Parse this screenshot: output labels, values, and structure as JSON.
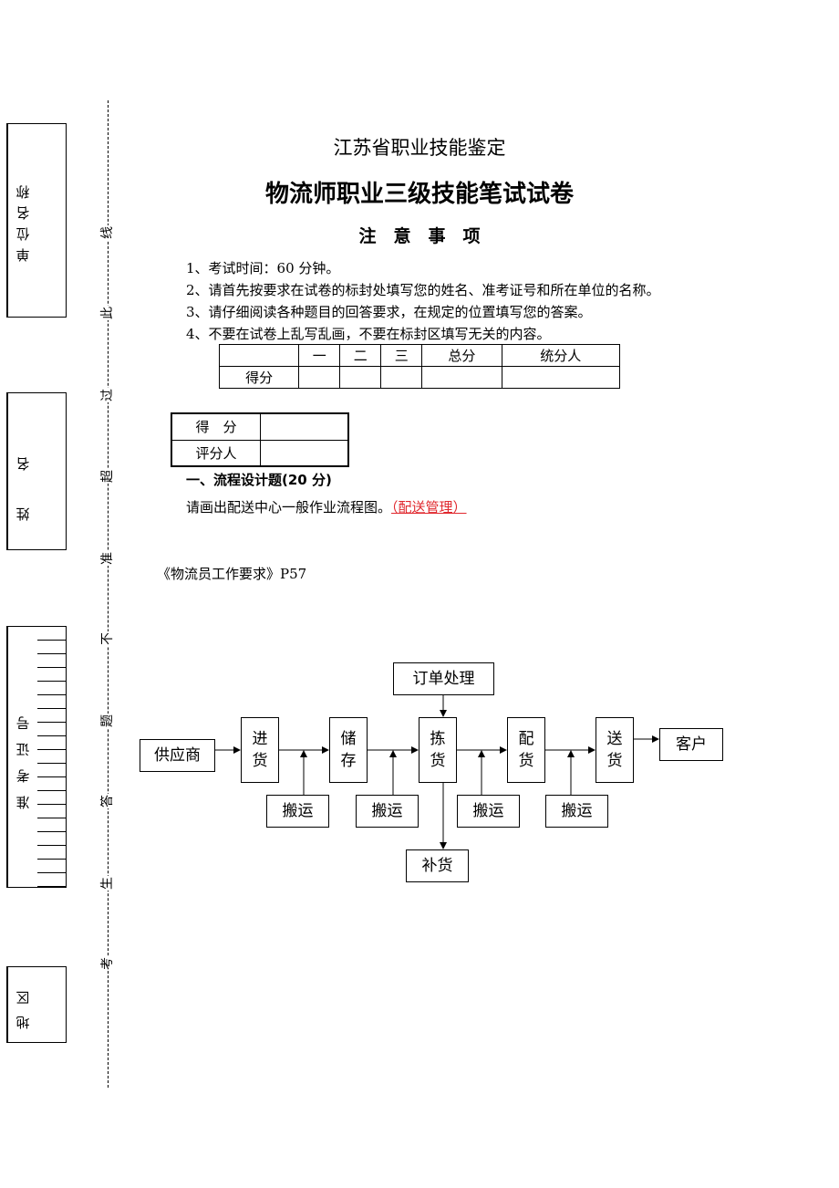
{
  "binding": {
    "unit_label": "单位名称",
    "name_label": "姓名",
    "exam_id_label": "准考证号",
    "region_label": "地区",
    "seal_chars": [
      "线",
      "此",
      "过",
      "超",
      "准",
      "不",
      "题",
      "答",
      "生",
      "考"
    ]
  },
  "header": {
    "org": "江苏省职业技能鉴定",
    "title": "物流师职业三级技能笔试试卷",
    "notice_heading": "注　意　事　项"
  },
  "notices": [
    "1、考试时间：60 分钟。",
    "2、请首先按要求在试卷的标封处填写您的姓名、准考证号和所在单位的名称。",
    "3、请仔细阅读各种题目的回答要求，在规定的位置填写您的答案。",
    "4、不要在试卷上乱写乱画，不要在标封区填写无关的内容。"
  ],
  "score_table": {
    "headers": [
      "",
      "一",
      "二",
      "三",
      "总分",
      "统分人"
    ],
    "row_label": "得分"
  },
  "grader_box": {
    "score_label": "得　分",
    "grader_label": "评分人"
  },
  "section": {
    "title": "一、流程设计题(20 分)",
    "prompt": "请画出配送中心一般作业流程图。",
    "prompt_ref": "（配送管理）",
    "reference": "《物流员工作要求》P57"
  },
  "flowchart": {
    "order": "订单处理",
    "supplier": "供应商",
    "steps": [
      "进货",
      "储存",
      "拣货",
      "配货",
      "送货"
    ],
    "customer": "客户",
    "handling": [
      "搬运",
      "搬运",
      "搬运",
      "搬运"
    ],
    "replenish": "补货"
  },
  "colors": {
    "ref_red": "#e0282e"
  }
}
